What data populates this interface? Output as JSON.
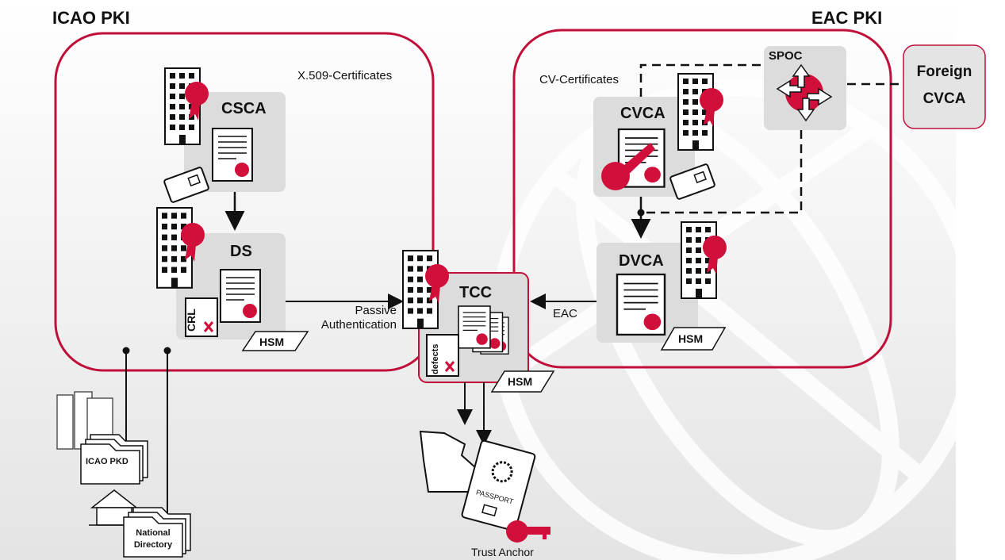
{
  "titles": {
    "icao": "ICAO PKI",
    "eac": "EAC PKI"
  },
  "labels": {
    "x509": "X.509-Certificates",
    "cv": "CV-Certificates",
    "csca": "CSCA",
    "ds": "DS",
    "cvca": "CVCA",
    "dvca": "DVCA",
    "spoc": "SPOC",
    "tcc": "TCC",
    "foreign_line1": "Foreign",
    "foreign_line2": "CVCA",
    "passive_line1": "Passive",
    "passive_line2": "Authentication",
    "eac_arrow": "EAC",
    "hsm_ds": "HSM",
    "hsm_tcc": "HSM",
    "hsm_dvca": "HSM",
    "icao_pkd": "ICAO PKD",
    "national_line1": "National",
    "national_line2": "Directory",
    "trust_anchor": "Trust Anchor",
    "passport": "PASSPORT",
    "defects": "defects",
    "crl": "CRL"
  },
  "colors": {
    "accent": "#d0103a",
    "box": "#dcdcdc",
    "line": "#111111"
  }
}
